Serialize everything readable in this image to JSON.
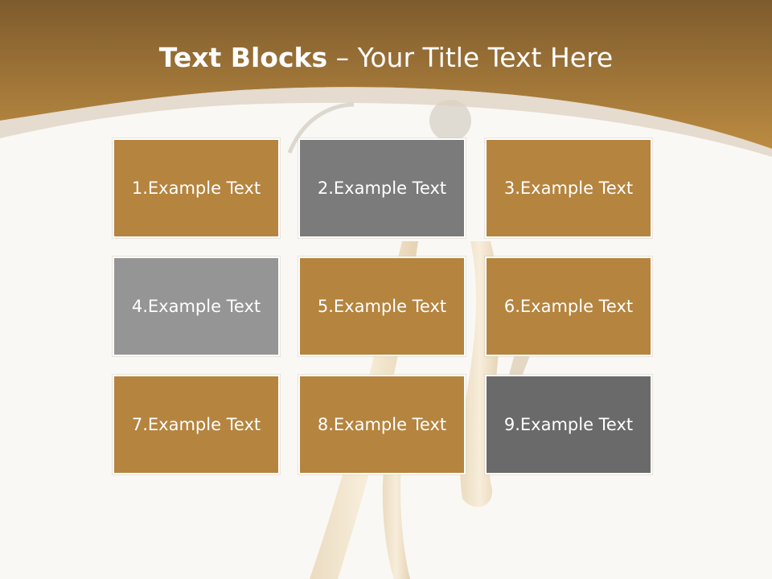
{
  "slide": {
    "title_bold": "Text Blocks",
    "title_separator": " – ",
    "title_rest": "Your Title Text Here",
    "colors": {
      "header_dark": "#7d5a2c",
      "header_light": "#b8893f",
      "gold_tile": "#b5843f",
      "gray_dark": "#7b7b7b",
      "gray_light": "#959595",
      "gray_darker": "#6a6a6a",
      "background": "#f9f8f5"
    },
    "blocks": [
      {
        "label": "1.Example Text",
        "color": "#b5843f"
      },
      {
        "label": "2.Example Text",
        "color": "#7b7b7b"
      },
      {
        "label": "3.Example Text",
        "color": "#b5843f"
      },
      {
        "label": "4.Example Text",
        "color": "#959595"
      },
      {
        "label": "5.Example Text",
        "color": "#b5843f"
      },
      {
        "label": "6.Example Text",
        "color": "#b5843f"
      },
      {
        "label": "7.Example Text",
        "color": "#b5843f"
      },
      {
        "label": "8.Example Text",
        "color": "#b5843f"
      },
      {
        "label": "9.Example Text",
        "color": "#6a6a6a"
      }
    ]
  }
}
